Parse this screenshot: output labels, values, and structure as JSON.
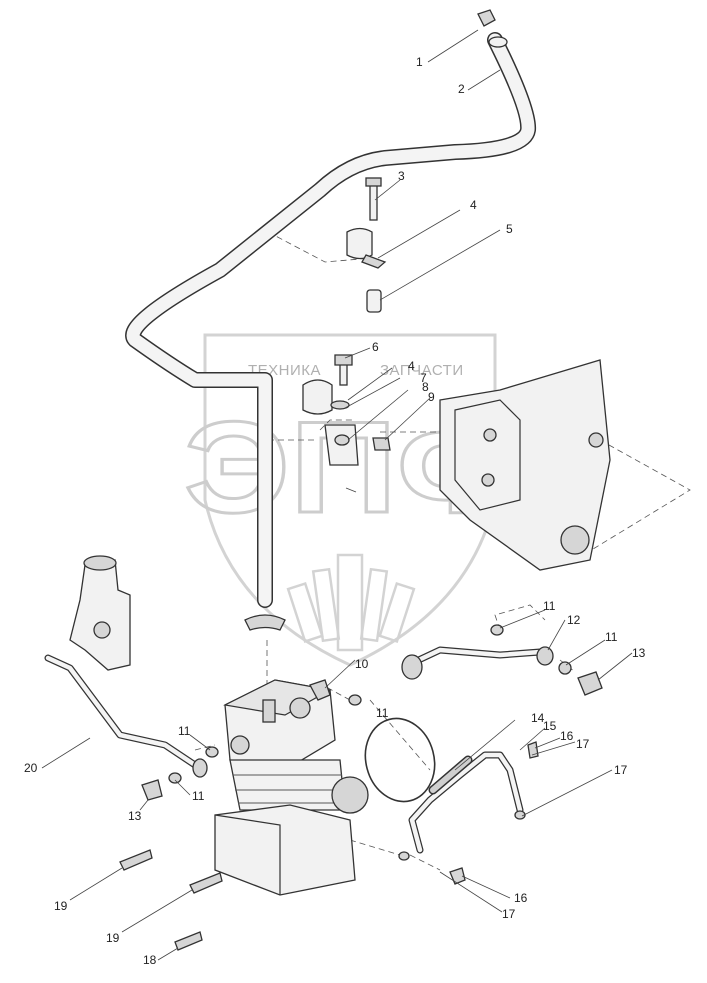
{
  "watermark": {
    "left_text": "ТЕХНИКА",
    "right_text": "ЗАПЧАСТИ",
    "big_text": "ЭПФ"
  },
  "callouts": [
    {
      "id": "c1",
      "label": "1"
    },
    {
      "id": "c2",
      "label": "2"
    },
    {
      "id": "c3",
      "label": "3"
    },
    {
      "id": "c4a",
      "label": "4"
    },
    {
      "id": "c5",
      "label": "5"
    },
    {
      "id": "c6",
      "label": "6"
    },
    {
      "id": "c4b",
      "label": "4"
    },
    {
      "id": "c7",
      "label": "7"
    },
    {
      "id": "c8",
      "label": "8"
    },
    {
      "id": "c9",
      "label": "9"
    },
    {
      "id": "c10",
      "label": "10"
    },
    {
      "id": "c11a",
      "label": "11"
    },
    {
      "id": "c12",
      "label": "12"
    },
    {
      "id": "c11b",
      "label": "11"
    },
    {
      "id": "c13a",
      "label": "13"
    },
    {
      "id": "c11c",
      "label": "11"
    },
    {
      "id": "c14",
      "label": "14"
    },
    {
      "id": "c15",
      "label": "15"
    },
    {
      "id": "c16a",
      "label": "16"
    },
    {
      "id": "c17a",
      "label": "17"
    },
    {
      "id": "c17b",
      "label": "17"
    },
    {
      "id": "c20",
      "label": "20"
    },
    {
      "id": "c11d",
      "label": "11"
    },
    {
      "id": "c11e",
      "label": "11"
    },
    {
      "id": "c13b",
      "label": "13"
    },
    {
      "id": "c19a",
      "label": "19"
    },
    {
      "id": "c19b",
      "label": "19"
    },
    {
      "id": "c18",
      "label": "18"
    },
    {
      "id": "c16b",
      "label": "16"
    },
    {
      "id": "c17c",
      "label": "17"
    }
  ]
}
